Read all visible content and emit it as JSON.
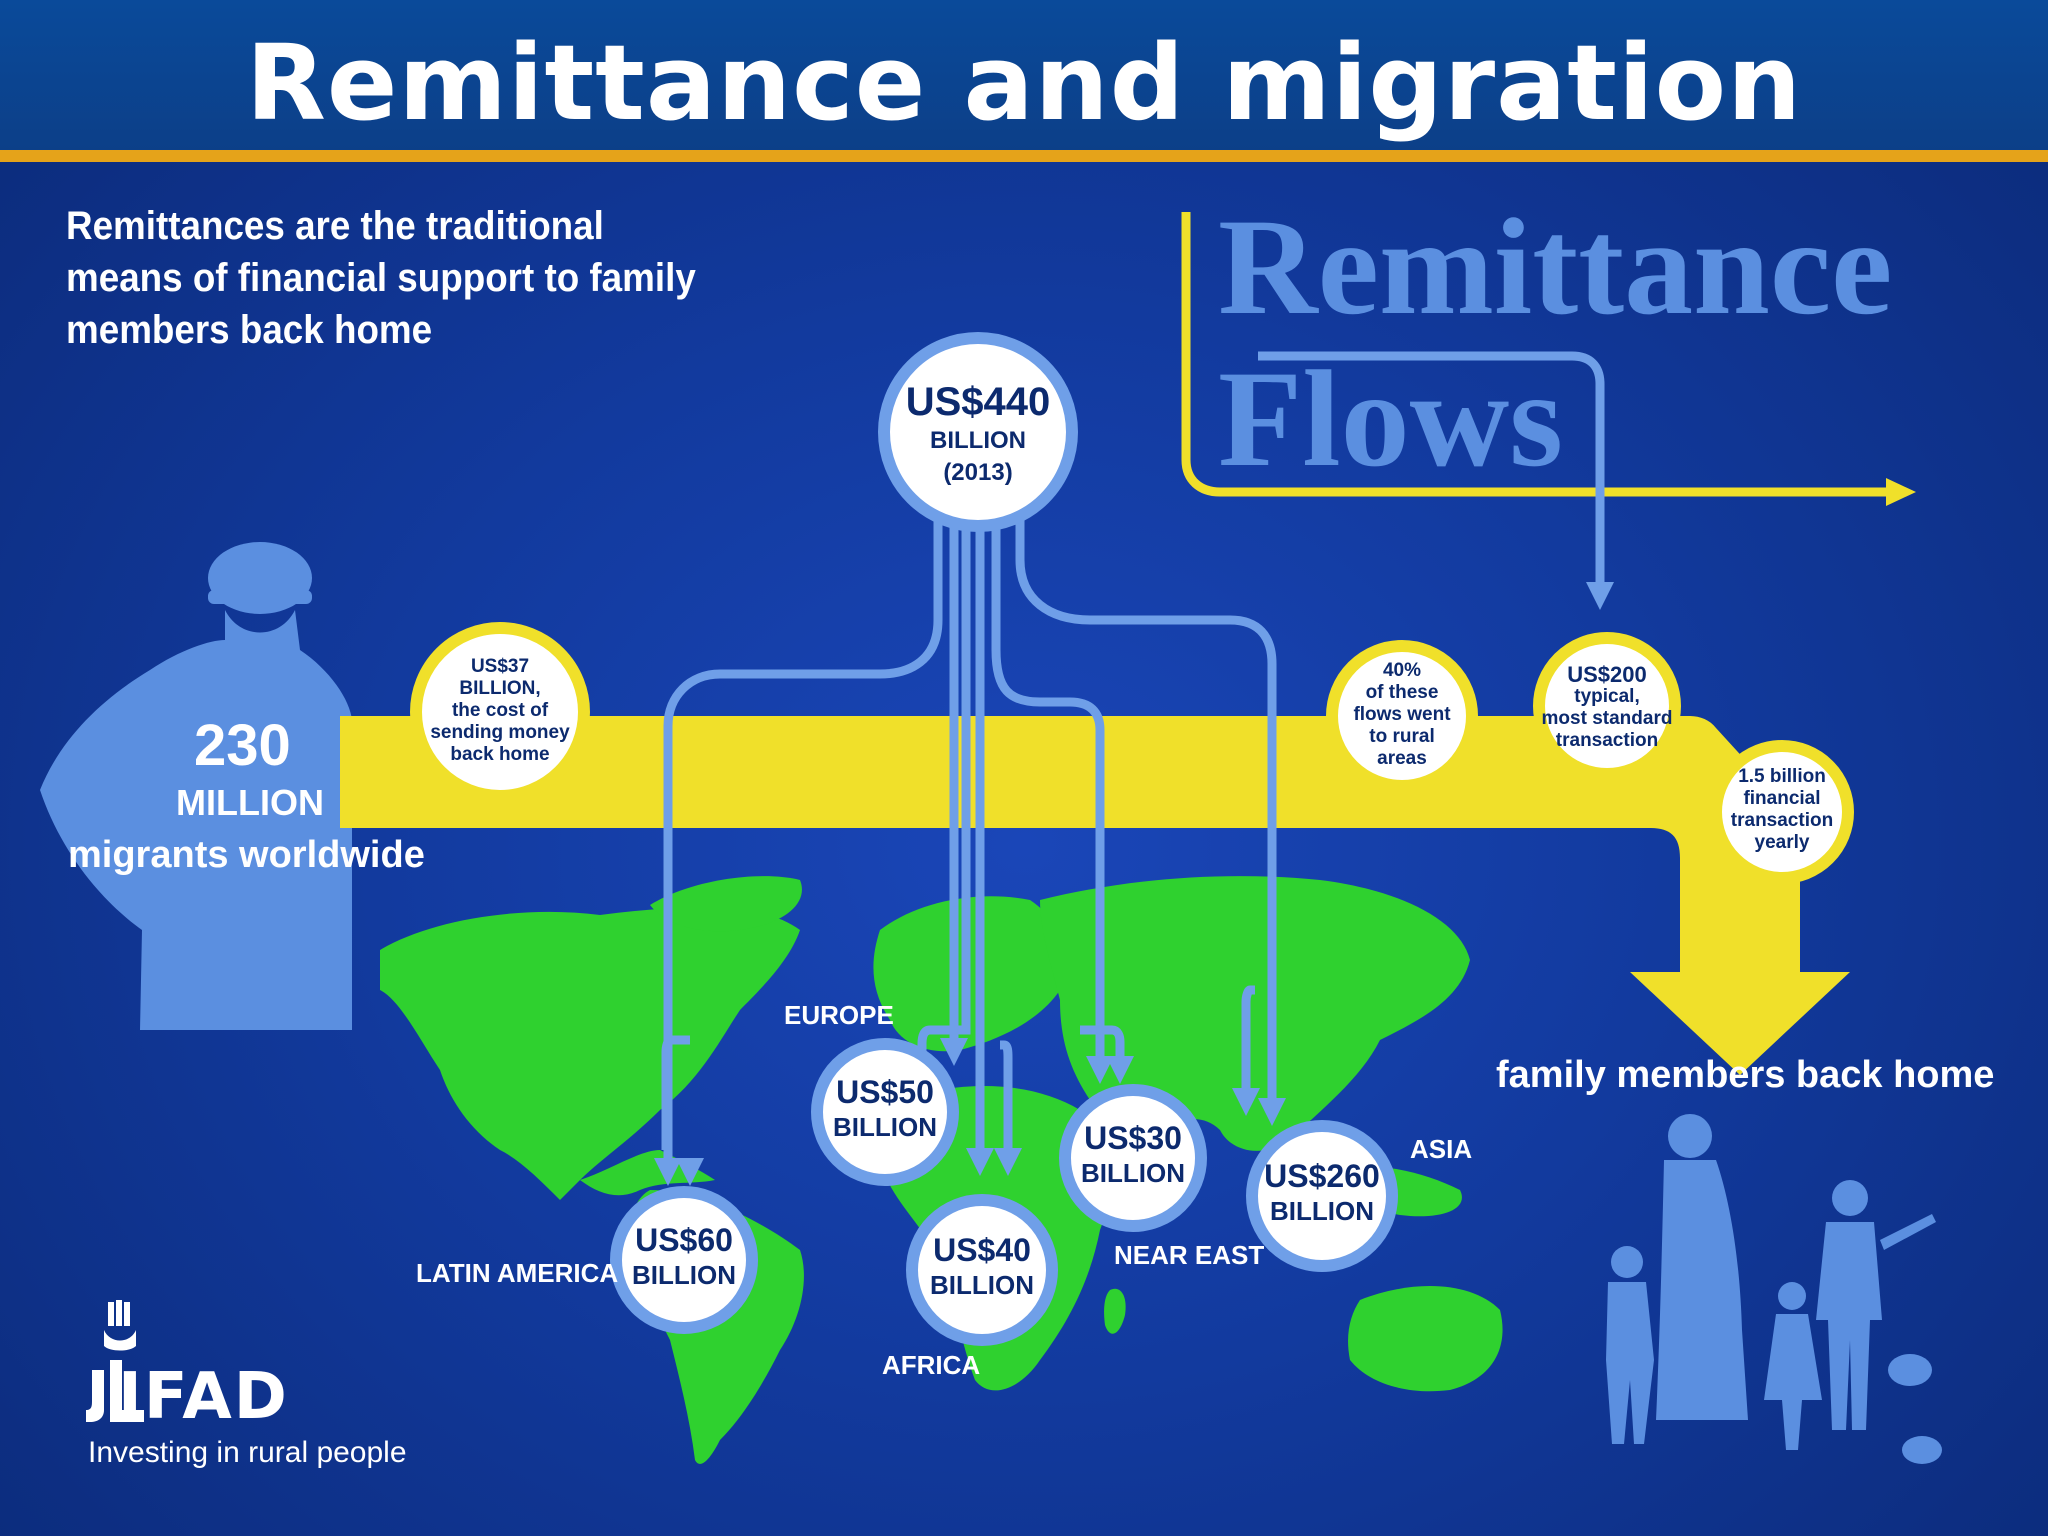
{
  "title": "Remittance and migration",
  "intro": "Remittances are the traditional means of financial support to family members back home",
  "flows_title": {
    "line1": "Remittance",
    "line2": "Flows"
  },
  "total": {
    "amount": "US$440",
    "unit": "BILLION",
    "year": "(2013)"
  },
  "migrants": {
    "number": "230",
    "unit": "MILLION",
    "caption": "migrants worldwide"
  },
  "facts": [
    {
      "l1": "US$37",
      "l2": "BILLION,",
      "l3": "the cost of",
      "l4": "sending money",
      "l5": "back home"
    },
    {
      "l1": "40%",
      "l2": "of these",
      "l3": "flows went",
      "l4": "to rural",
      "l5": "areas"
    },
    {
      "l1": "US$200",
      "l2": "typical,",
      "l3": "most standard",
      "l4": "transaction"
    },
    {
      "l1": "1.5 billion",
      "l2": "financial",
      "l3": "transaction",
      "l4": "yearly"
    }
  ],
  "regions": [
    {
      "name": "LATIN AMERICA",
      "amount": "US$60",
      "unit": "BILLION"
    },
    {
      "name": "EUROPE",
      "amount": "US$50",
      "unit": "BILLION"
    },
    {
      "name": "AFRICA",
      "amount": "US$40",
      "unit": "BILLION"
    },
    {
      "name": "NEAR EAST",
      "amount": "US$30",
      "unit": "BILLION"
    },
    {
      "name": "ASIA",
      "amount": "US$260",
      "unit": "BILLION"
    }
  ],
  "family_label": "family members back home",
  "logo": {
    "name": "IFAD",
    "tagline": "Investing in rural people"
  },
  "colors": {
    "background": "#123a9e",
    "header": "#0c3f88",
    "accent_bar": "#e5a31a",
    "yellow": "#f0e02a",
    "flow_line": "#6f9fe8",
    "land": "#2fd12f",
    "silhouette": "#5b8fe0"
  }
}
